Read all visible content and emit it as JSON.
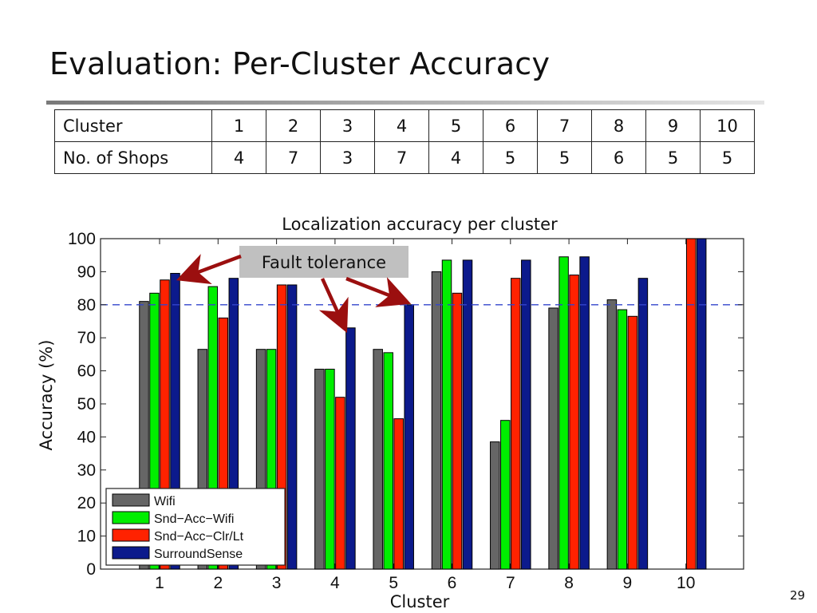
{
  "slide": {
    "title": "Evaluation: Per-Cluster Accuracy",
    "page_number": "29"
  },
  "table": {
    "row1_label": "Cluster",
    "row2_label": "No. of Shops",
    "clusters": [
      "1",
      "2",
      "3",
      "4",
      "5",
      "6",
      "7",
      "8",
      "9",
      "10"
    ],
    "shops": [
      "4",
      "7",
      "3",
      "7",
      "4",
      "5",
      "5",
      "6",
      "5",
      "5"
    ]
  },
  "chart_data": {
    "type": "bar",
    "title": "Localization accuracy per cluster",
    "xlabel": "Cluster",
    "ylabel": "Accuracy (%)",
    "ylim": [
      0,
      100
    ],
    "yticks": [
      0,
      10,
      20,
      30,
      40,
      50,
      60,
      70,
      80,
      90,
      100
    ],
    "categories": [
      "1",
      "2",
      "3",
      "4",
      "5",
      "6",
      "7",
      "8",
      "9",
      "10"
    ],
    "reference_line": 80,
    "grid": false,
    "legend_position": "bottom-left",
    "series": [
      {
        "name": "Wifi",
        "color": "#666666",
        "values": [
          81,
          66.5,
          66.5,
          60.5,
          66.5,
          90,
          38.5,
          79,
          81.5,
          0
        ]
      },
      {
        "name": "Snd−Acc−Wifi",
        "color": "#00ee00",
        "values": [
          83.5,
          85.5,
          66.5,
          60.5,
          65.5,
          93.5,
          45,
          94.5,
          78.5,
          0
        ]
      },
      {
        "name": "Snd−Acc−Clr/Lt",
        "color": "#ff2200",
        "values": [
          87.5,
          76,
          86,
          52,
          45.5,
          83.5,
          88,
          89,
          76.5,
          100
        ]
      },
      {
        "name": "SurroundSense",
        "color": "#0c1a8c",
        "values": [
          89.5,
          88,
          86,
          73,
          80,
          93.5,
          93.5,
          94.5,
          88,
          100
        ]
      }
    ],
    "annotation": {
      "text": "Fault tolerance",
      "points_to": [
        {
          "category": "1",
          "series": "SurroundSense"
        },
        {
          "category": "4",
          "series": "SurroundSense"
        },
        {
          "category": "5",
          "series": "SurroundSense"
        }
      ]
    }
  }
}
